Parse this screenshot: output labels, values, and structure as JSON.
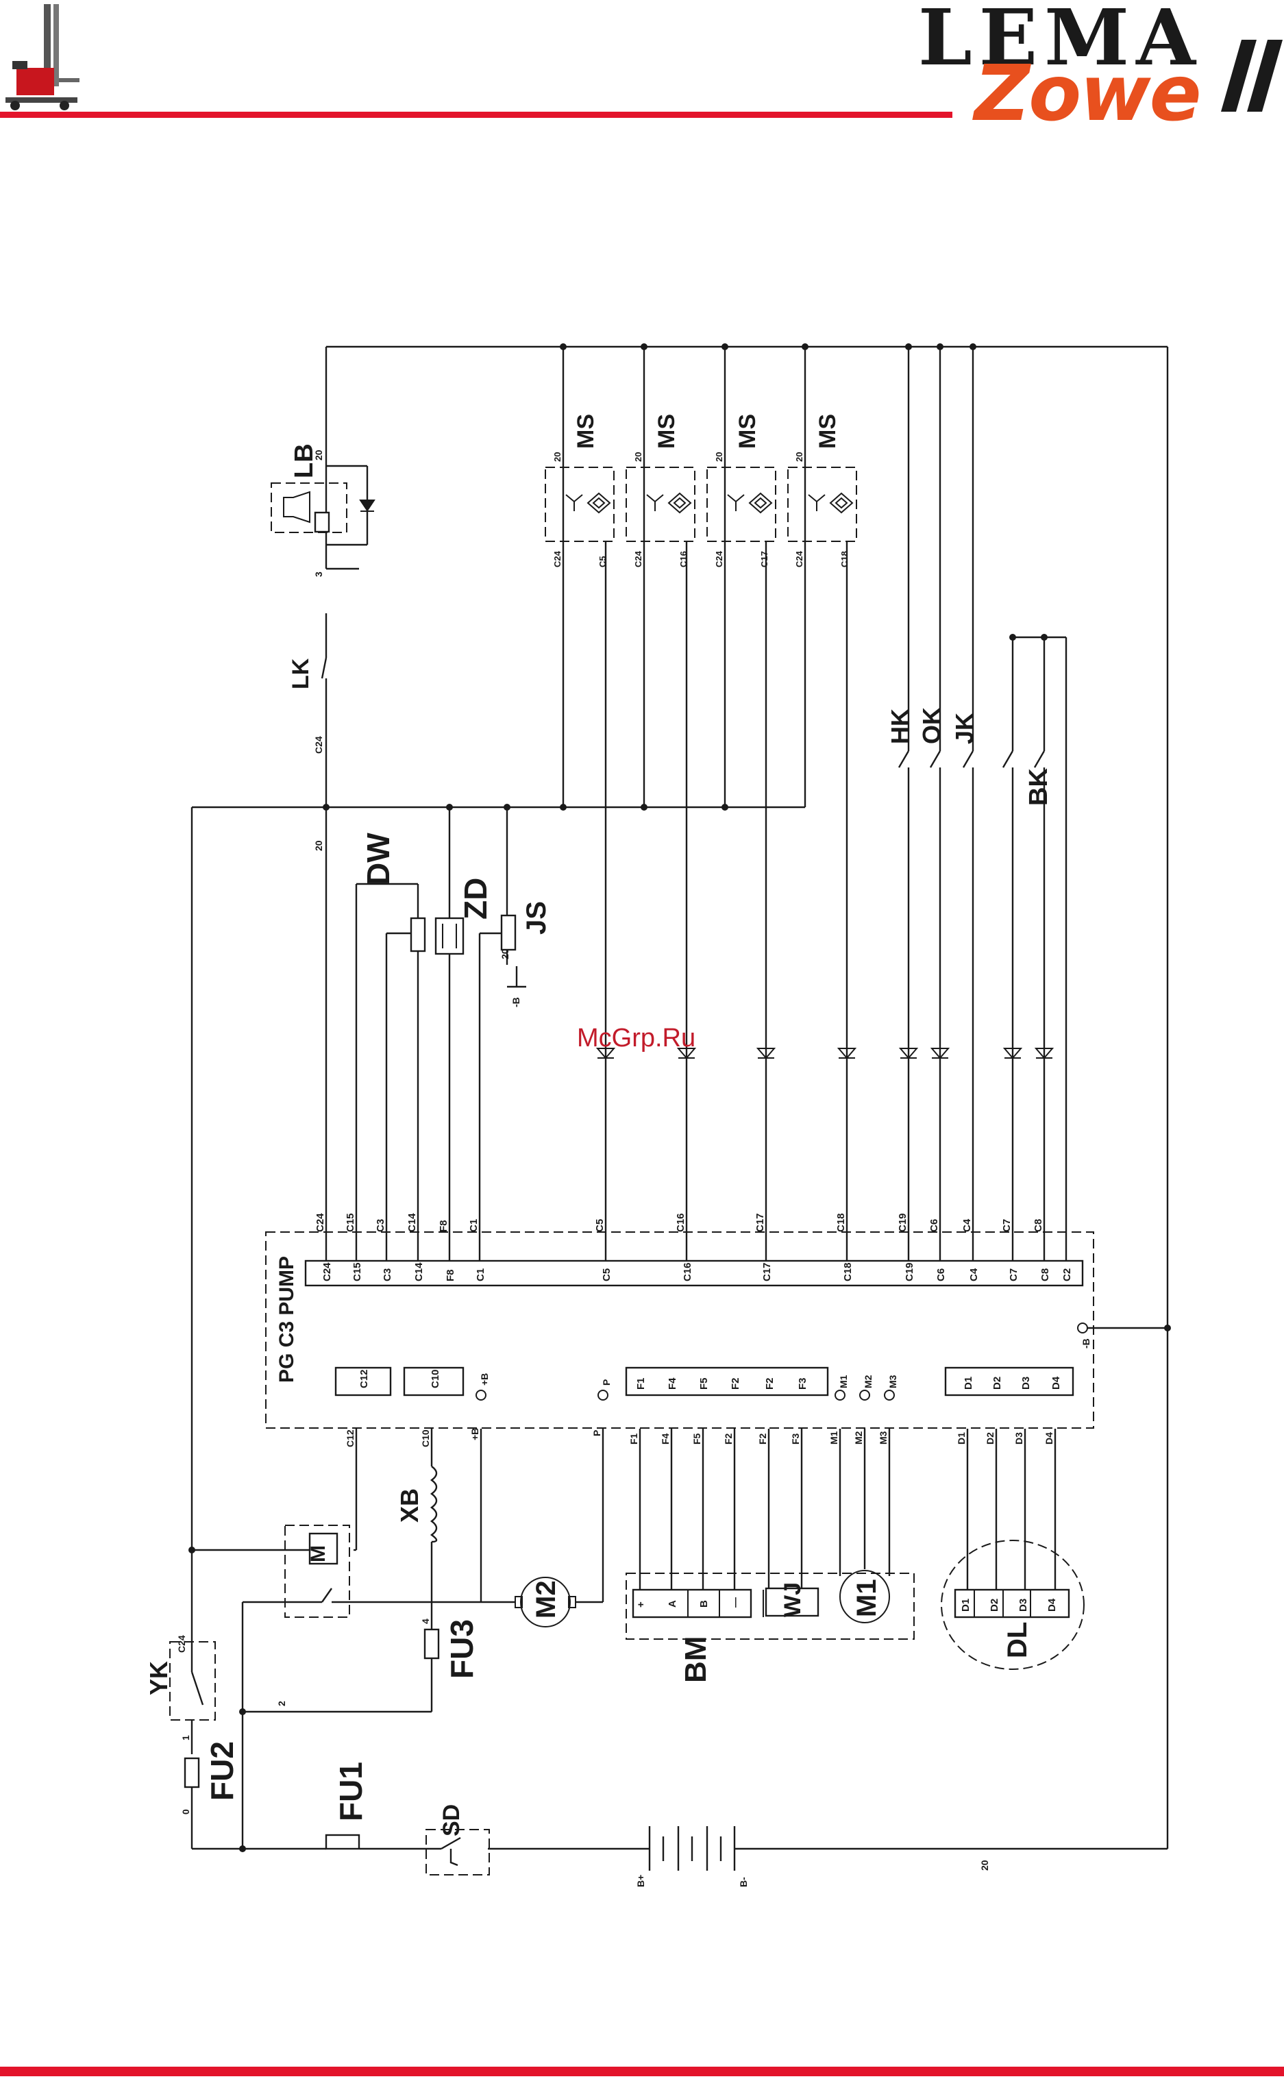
{
  "header": {
    "logo_top": "LEMA",
    "logo_bottom": "Zowe",
    "accent_color": "#e3142b",
    "logo_orange": "#e8501e",
    "icons": [
      "forklift-stacker-icon",
      "logo-slash-bars-icon"
    ]
  },
  "watermark": {
    "text": "McGrp.Ru",
    "color": "#c21b2a"
  },
  "diagram": {
    "controller": {
      "title": "PG C3 PUMP",
      "top_pins": [
        "C24",
        "C15",
        "C3",
        "C14",
        "F8",
        "C1",
        "C5",
        "C16",
        "C17",
        "C18",
        "C19",
        "C6",
        "C4",
        "C7",
        "C8",
        "C2"
      ],
      "connectors": [
        "C12",
        "C10"
      ],
      "bm_pins": [
        "F1",
        "F4",
        "F5",
        "F2",
        "F2",
        "F3"
      ],
      "dl_pins": [
        "D1",
        "D2",
        "D3",
        "D4"
      ],
      "terminals": [
        "+B",
        "P",
        "M1",
        "M2",
        "M3",
        "-B"
      ]
    },
    "wire_labels": {
      "top": [
        "C24",
        "C15",
        "C3",
        "C14",
        "F8",
        "C1",
        "C5",
        "C16",
        "C17",
        "C18",
        "C19",
        "C6",
        "C4",
        "C7",
        "C8"
      ],
      "bm": [
        "F1",
        "F4",
        "F5",
        "F2",
        "F2",
        "F3",
        "M1",
        "M2",
        "M3"
      ],
      "dl": [
        "D1",
        "D2",
        "D3",
        "D4"
      ],
      "left": [
        "C12",
        "C10",
        "+B",
        "P"
      ],
      "misc": [
        "C24",
        "20",
        "3",
        "C24",
        "20",
        "0",
        "1",
        "2",
        "4",
        "20",
        "-B",
        "B+",
        "B-",
        "20"
      ]
    },
    "ms_sensors": [
      {
        "label": "MS",
        "pin_top": "20",
        "pin_a": "C24",
        "pin_b": "C5"
      },
      {
        "label": "MS",
        "pin_top": "20",
        "pin_a": "C24",
        "pin_b": "C16"
      },
      {
        "label": "MS",
        "pin_top": "20",
        "pin_a": "C24",
        "pin_b": "C17"
      },
      {
        "label": "MS",
        "pin_top": "20",
        "pin_a": "C24",
        "pin_b": "C18"
      }
    ],
    "component_labels": {
      "lb": "LB",
      "lk": "LK",
      "dw": "DW",
      "zd": "ZD",
      "js": "JS",
      "hk": "HK",
      "ok": "OK",
      "jk": "JK",
      "bk": "BK",
      "yk": "YK",
      "fu2": "FU2",
      "fu1": "FU1",
      "fu3": "FU3",
      "sd": "SD",
      "xb": "XB",
      "m": "M",
      "m2": "M2",
      "m1": "M1",
      "wj": "WJ",
      "bm": "BM",
      "dl": "DL"
    },
    "bm_block": [
      "+",
      "A",
      "B",
      "—"
    ],
    "dl_block": [
      "D1",
      "D2",
      "D3",
      "D4"
    ]
  }
}
